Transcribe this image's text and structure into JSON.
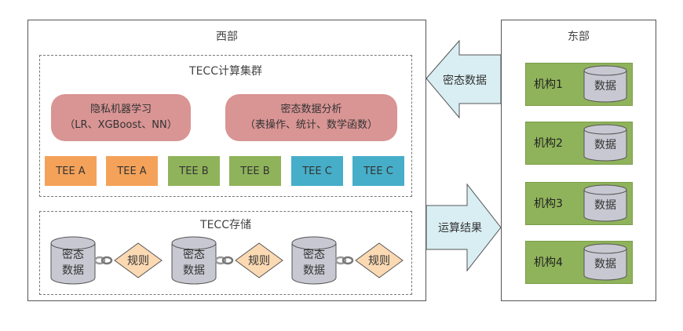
{
  "west": {
    "title": "西部",
    "cluster": {
      "title": "TECC计算集群",
      "pill_left": {
        "line1": "隐私机器学习",
        "line2": "（LR、XGBoost、NN）"
      },
      "pill_right": {
        "line1": "密态数据分析",
        "line2": "（表操作、统计、数学函数）"
      },
      "tees": [
        {
          "label": "TEE A",
          "color": "#f4a25a"
        },
        {
          "label": "TEE A",
          "color": "#f4a25a"
        },
        {
          "label": "TEE B",
          "color": "#8fb35a"
        },
        {
          "label": "TEE B",
          "color": "#8fb35a"
        },
        {
          "label": "TEE C",
          "color": "#46aec8"
        },
        {
          "label": "TEE C",
          "color": "#46aec8"
        }
      ]
    },
    "storage": {
      "title": "TECC存储",
      "units": [
        {
          "data_line1": "密态",
          "data_line2": "数据",
          "rule": "规则"
        },
        {
          "data_line1": "密态",
          "data_line2": "数据",
          "rule": "规则"
        },
        {
          "data_line1": "密态",
          "data_line2": "数据",
          "rule": "规则"
        }
      ]
    }
  },
  "arrows": {
    "to_west": "密态数据",
    "to_east": "运算结果",
    "fill": "#d9eef2"
  },
  "east": {
    "title": "东部",
    "orgs": [
      {
        "name": "机构1",
        "data": "数据"
      },
      {
        "name": "机构2",
        "data": "数据"
      },
      {
        "name": "机构3",
        "data": "数据"
      },
      {
        "name": "机构4",
        "data": "数据"
      }
    ]
  }
}
